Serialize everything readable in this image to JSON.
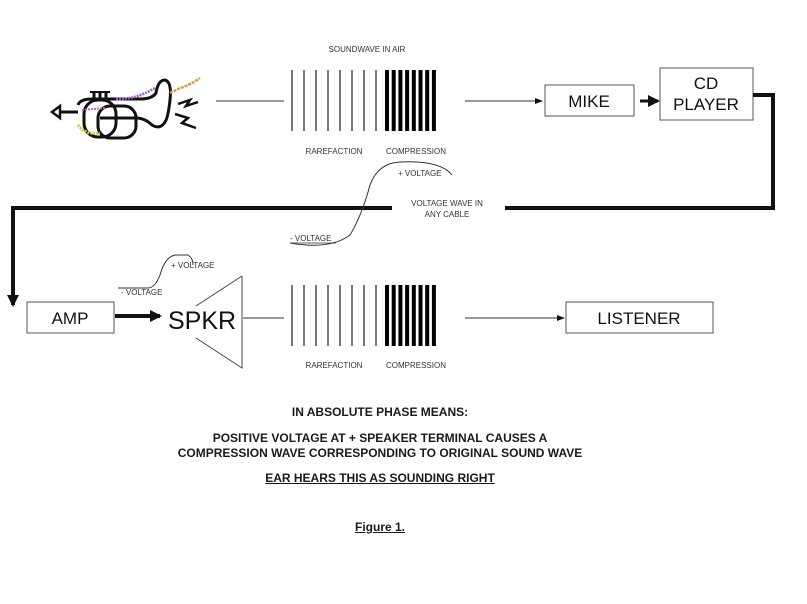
{
  "diagram": {
    "top_wave_title": "SOUNDWAVE IN AIR",
    "rarefaction_label": "RAREFACTION",
    "compression_label": "COMPRESSION",
    "boxes": {
      "mike": "MIKE",
      "cd_player_line1": "CD",
      "cd_player_line2": "PLAYER",
      "amp": "AMP",
      "speaker": "SPKR",
      "listener": "LISTENER"
    },
    "cable": {
      "plus_voltage": "+ VOLTAGE",
      "minus_voltage": "- VOLTAGE",
      "label_line1": "VOLTAGE WAVE IN",
      "label_line2": "ANY CABLE"
    },
    "speaker_signal": {
      "plus_voltage": "+ VOLTAGE",
      "minus_voltage": "- VOLTAGE"
    },
    "source_icon": "trumpet-icon",
    "colors": {
      "line": "#111111",
      "rarefaction_bar": "#7a7a7a",
      "compression_bar": "#000000",
      "trumpet_purple": "#9b59c9",
      "trumpet_orange": "#d4a23a",
      "trumpet_yellow": "#c8c840"
    }
  },
  "caption": {
    "heading": "IN ABSOLUTE PHASE MEANS:",
    "line1": "POSITIVE VOLTAGE AT + SPEAKER TERMINAL CAUSES A",
    "line2": "COMPRESSION WAVE CORRESPONDING TO ORIGINAL SOUND WAVE",
    "conclusion": "EAR HEARS THIS AS SOUNDING RIGHT",
    "figure_label": "Figure 1."
  }
}
